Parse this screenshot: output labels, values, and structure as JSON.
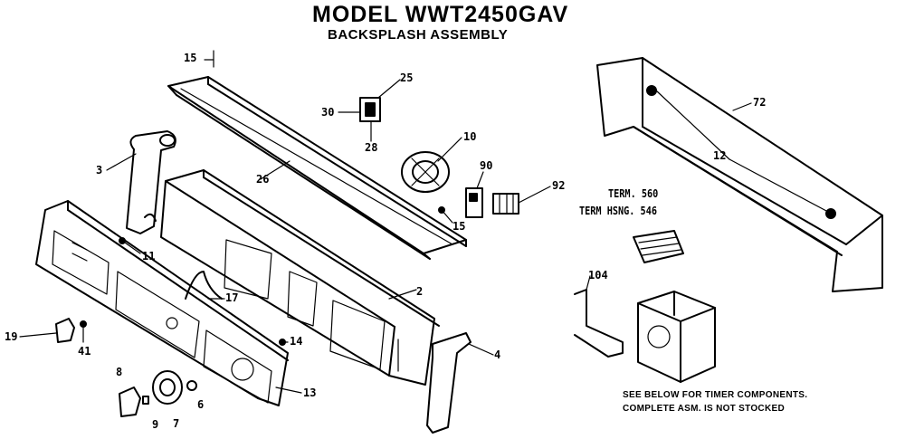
{
  "header": {
    "title": "MODEL WWT2450GAV",
    "subtitle": "BACKSPLASH ASSEMBLY"
  },
  "terminal_labels": {
    "term": "TERM. 560",
    "term_hsng": "TERM HSNG. 546"
  },
  "notes": {
    "line1": "SEE BELOW FOR TIMER COMPONENTS.",
    "line2": "COMPLETE ASM. IS NOT STOCKED"
  },
  "callouts": {
    "c15a": "15",
    "c25": "25",
    "c30": "30",
    "c28": "28",
    "c10": "10",
    "c90": "90",
    "c92": "92",
    "c72": "72",
    "c12": "12",
    "c3": "3",
    "c26": "26",
    "c15b": "15",
    "c11": "11",
    "c2": "2",
    "c17": "17",
    "c104": "104",
    "c19": "19",
    "c41": "41",
    "c14": "14",
    "c4": "4",
    "c8": "8",
    "c6": "6",
    "c13": "13",
    "c9": "9",
    "c7": "7"
  }
}
